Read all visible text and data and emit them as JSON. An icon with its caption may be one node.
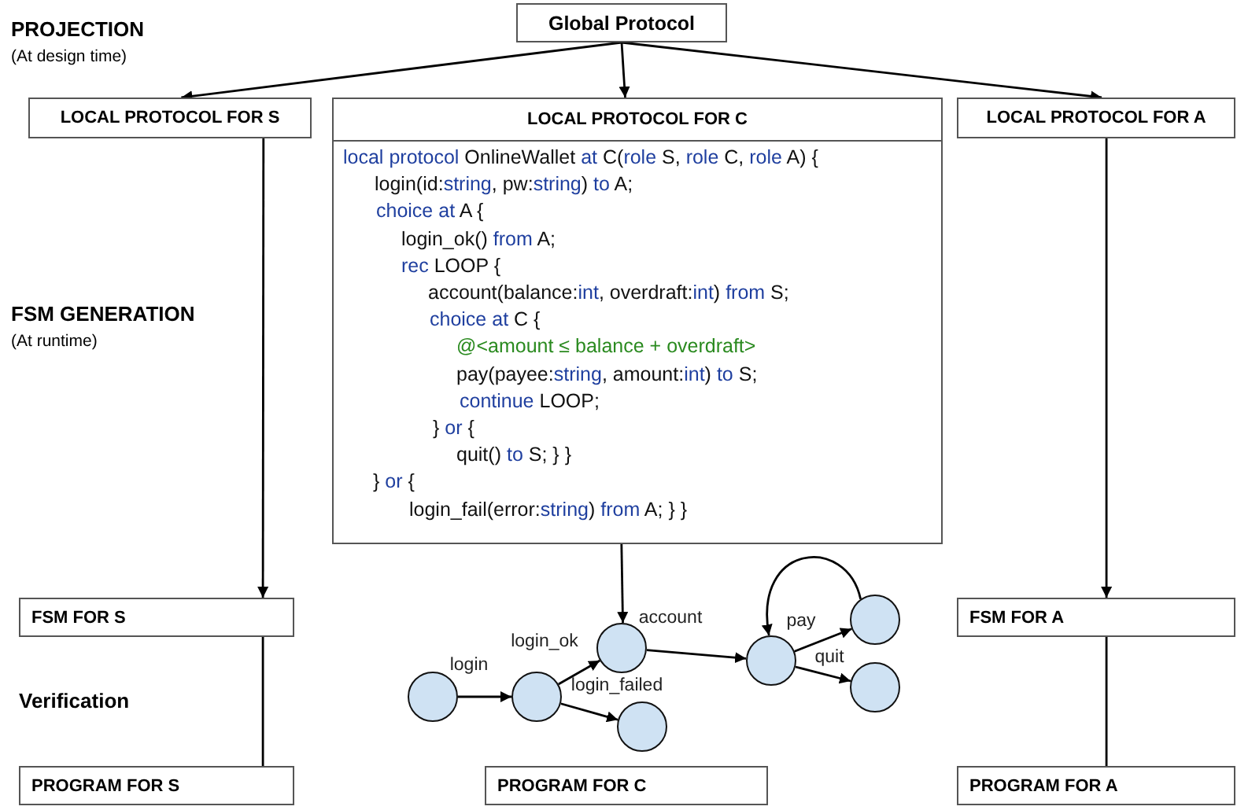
{
  "diagram": {
    "nodes": [
      {
        "text": [
          "Global Protocol"
        ]
      },
      {
        "text": [
          "LOCAL PROTOCOL FOR S"
        ]
      },
      {
        "text": [
          "LOCAL PROTOCOL FOR C",
          "local protocol OnlineWallet at C(role S, role C, role A) {",
          "login(id:string, pw:string) to A;",
          "choice at A {",
          "login_ok() from A;",
          "rec LOOP {",
          "account(balance:int, overdraft:int) from S;",
          "choice at C {",
          "@<amount ≤ balance + overdraft>",
          "pay(payee:string, amount:int) to S;",
          "continue LOOP;",
          "} or {",
          "quit() to S; } }",
          "} or {",
          "login_fail(error:string) from A; } }"
        ]
      },
      {
        "text": [
          "LOCAL PROTOCOL FOR A"
        ]
      },
      {
        "text": [
          "FSM FOR S"
        ]
      },
      {
        "text": [
          "FSM FOR A"
        ]
      },
      {
        "text": [
          "PROGRAM FOR S"
        ]
      },
      {
        "text": [
          "PROGRAM FOR C"
        ]
      },
      {
        "text": [
          "PROGRAM FOR A"
        ]
      },
      {
        "text": [],
        "shape": "circle"
      },
      {
        "text": [],
        "shape": "circle"
      },
      {
        "text": [],
        "shape": "circle"
      },
      {
        "text": [],
        "shape": "circle"
      },
      {
        "text": [],
        "shape": "circle"
      },
      {
        "text": [],
        "shape": "circle"
      },
      {
        "text": [],
        "shape": "circle"
      }
    ],
    "edges": [
      {
        "from": 0,
        "to": 1,
        "arrow": "to"
      },
      {
        "from": 0,
        "to": 2,
        "arrow": "to"
      },
      {
        "from": 0,
        "to": 3,
        "arrow": "to"
      },
      {
        "from": 1,
        "to": 4,
        "arrow": "to"
      },
      {
        "from": 3,
        "to": 5,
        "arrow": "to"
      },
      {
        "from": 4,
        "to": 6,
        "arrow": "none"
      },
      {
        "from": 5,
        "to": 8,
        "arrow": "none"
      },
      {
        "from": 2,
        "to": 11,
        "arrow": "to"
      },
      {
        "from": 9,
        "to": 10,
        "arrow": "to",
        "label": "login"
      },
      {
        "from": 10,
        "to": 11,
        "arrow": "to",
        "label": "login_ok"
      },
      {
        "from": 10,
        "to": 12,
        "arrow": "to",
        "label": "login_failed"
      },
      {
        "from": 11,
        "to": 13,
        "arrow": "to",
        "label": "account"
      },
      {
        "from": 13,
        "to": 14,
        "arrow": "to",
        "label": "pay"
      },
      {
        "from": 13,
        "to": 15,
        "arrow": "to",
        "label": "quit"
      },
      {
        "from": 14,
        "to": 13,
        "arrow": "to"
      }
    ],
    "labels": [
      "PROJECTION",
      "(At design time)",
      "FSM GENERATION",
      "(At runtime)",
      "Verification"
    ]
  }
}
